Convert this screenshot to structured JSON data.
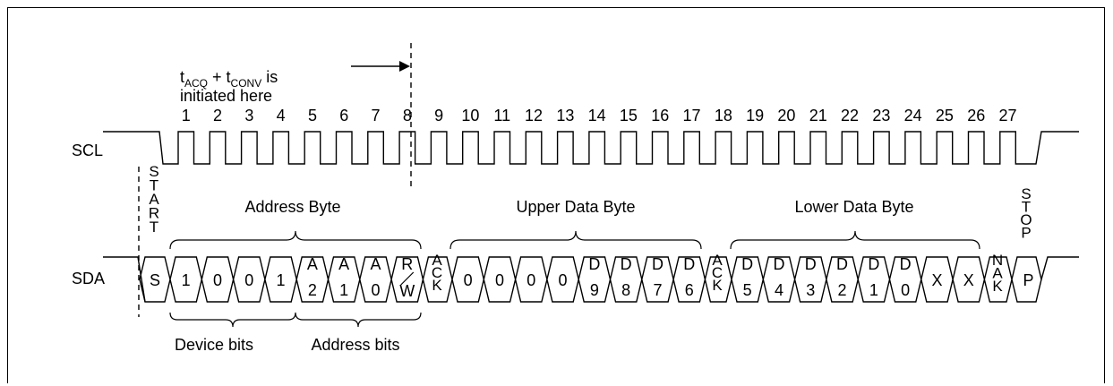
{
  "signals": {
    "scl": "SCL",
    "sda": "SDA"
  },
  "annotation": {
    "t1": "t",
    "t1_sub": "ACQ",
    "plus": " + t",
    "t2_sub": "CONV",
    "is": " is",
    "line2": "initiated here"
  },
  "clock_numbers": [
    "1",
    "2",
    "3",
    "4",
    "5",
    "6",
    "7",
    "8",
    "9",
    "10",
    "11",
    "12",
    "13",
    "14",
    "15",
    "16",
    "17",
    "18",
    "19",
    "20",
    "21",
    "22",
    "23",
    "24",
    "25",
    "26",
    "27"
  ],
  "sda_bits": [
    [
      "1"
    ],
    [
      "0"
    ],
    [
      "0"
    ],
    [
      "1"
    ],
    [
      "A",
      "2"
    ],
    [
      "A",
      "1"
    ],
    [
      "A",
      "0"
    ],
    [
      "R",
      "W"
    ],
    [
      "0"
    ],
    [
      "0"
    ],
    [
      "0"
    ],
    [
      "0"
    ],
    [
      "D",
      "9"
    ],
    [
      "D",
      "8"
    ],
    [
      "D",
      "7"
    ],
    [
      "D",
      "6"
    ],
    [
      "D",
      "5"
    ],
    [
      "D",
      "4"
    ],
    [
      "D",
      "3"
    ],
    [
      "D",
      "2"
    ],
    [
      "D",
      "1"
    ],
    [
      "D",
      "0"
    ],
    [
      "X"
    ],
    [
      "X"
    ]
  ],
  "start_bit": "S",
  "stop_bit": "P",
  "vertical_labels": {
    "start": [
      "S",
      "T",
      "A",
      "R",
      "T"
    ],
    "stop": [
      "S",
      "T",
      "O",
      "P"
    ],
    "ack1": [
      "A",
      "C",
      "K"
    ],
    "ack2": [
      "A",
      "C",
      "K"
    ],
    "nak": [
      "N",
      "A",
      "K"
    ]
  },
  "byte_labels": {
    "address": "Address Byte",
    "upper": "Upper Data Byte",
    "lower": "Lower Data Byte"
  },
  "bit_group_labels": {
    "device": "Device bits",
    "address": "Address bits"
  }
}
